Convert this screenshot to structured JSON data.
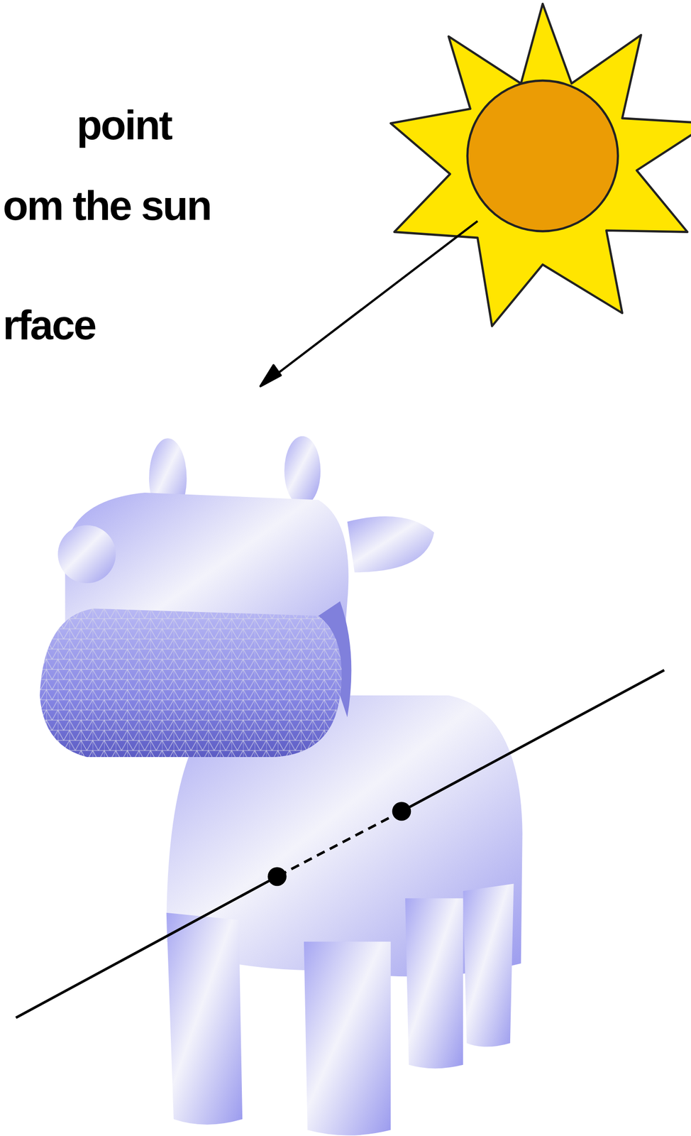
{
  "diagram": {
    "labels": [
      "point",
      "om the sun",
      "rface"
    ]
  }
}
